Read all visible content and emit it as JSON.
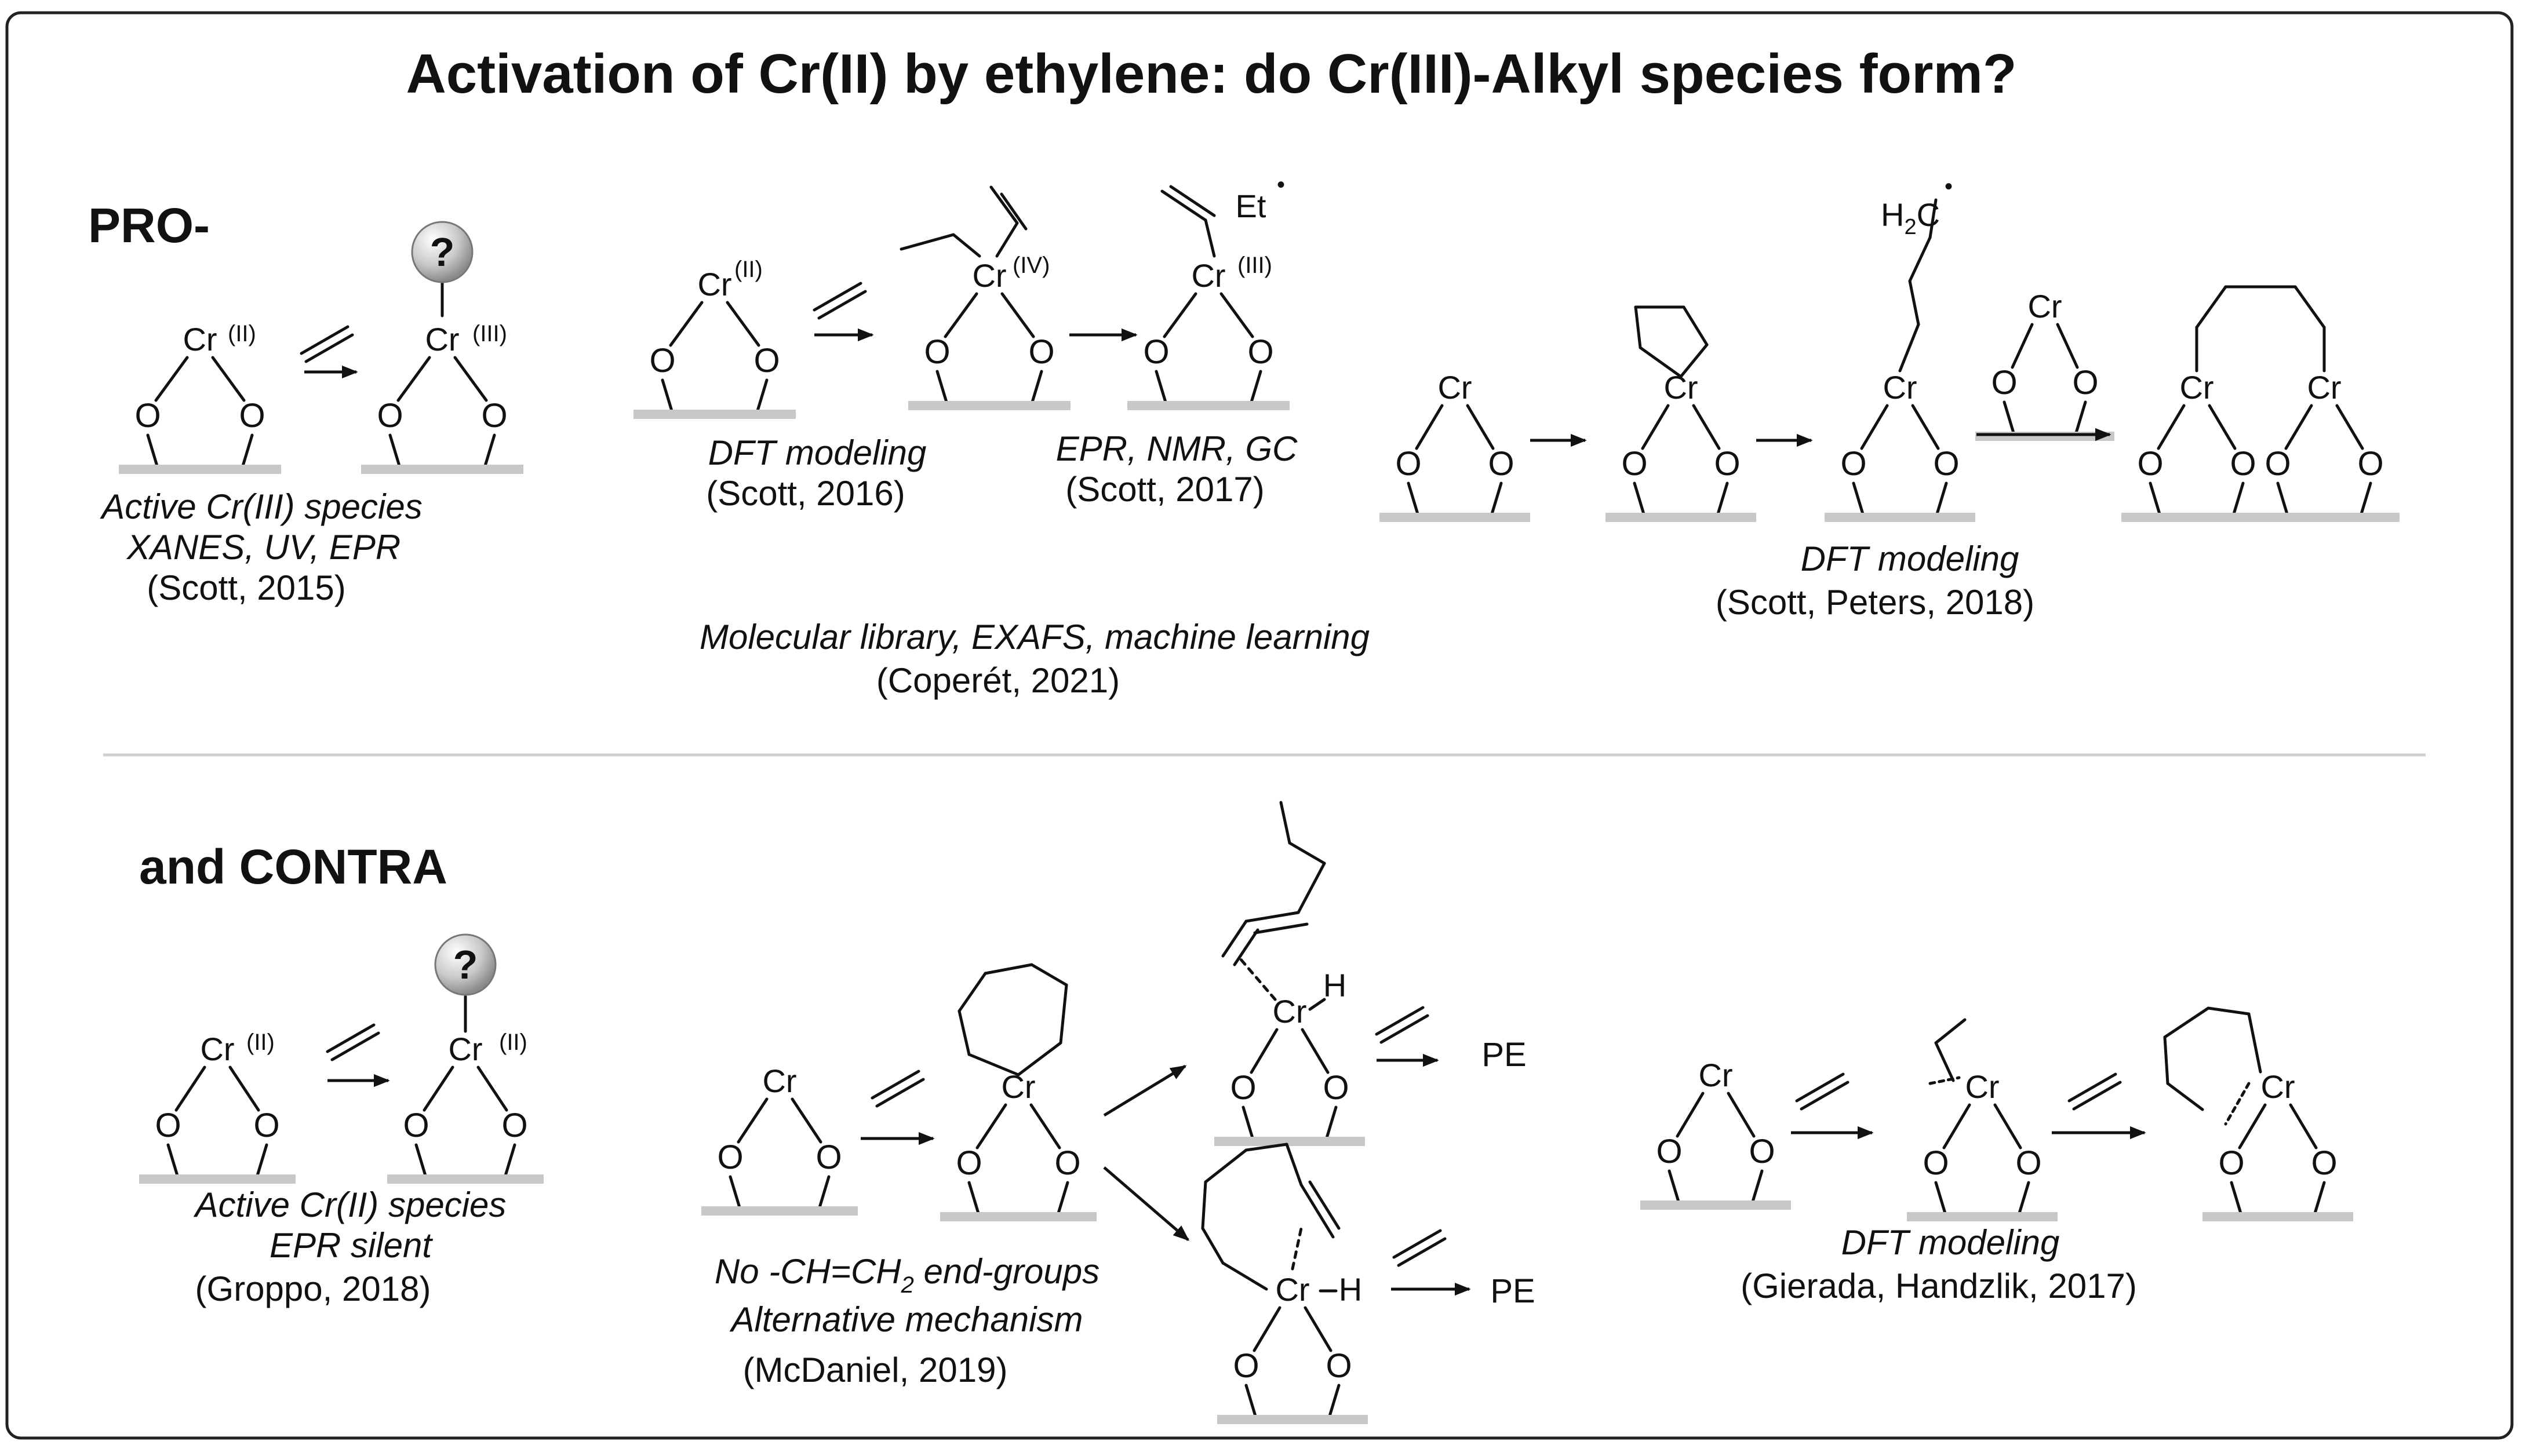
{
  "title": "Activation of Cr(II) by ethylene: do Cr(III)-Alkyl species form?",
  "pro": {
    "label": "PRO-",
    "captions": {
      "c1_l1": "Active Cr(III) species",
      "c1_l2": "XANES, UV, EPR",
      "c1_l3": "(Scott, 2015)",
      "c2_l1": "DFT modeling",
      "c2_l2": "(Scott, 2016)",
      "c3_l1": "EPR, NMR, GC",
      "c3_l2": "(Scott, 2017)",
      "c4_l1": "Molecular library, EXAFS, machine learning",
      "c4_l2": "(Coperét, 2021)",
      "c5_l1": "DFT modeling",
      "c5_l2": "(Scott, Peters, 2018)"
    }
  },
  "contra": {
    "label": "and CONTRA",
    "captions": {
      "c1_l1": "Active Cr(II) species",
      "c1_l2": "EPR silent",
      "c1_l3": "(Groppo, 2018)",
      "c2_l1": "No -CH=CH",
      "c2_sub": "2",
      "c2_l1b": " end-groups",
      "c2_l2": "Alternative mechanism",
      "c2_l3": "(McDaniel, 2019)",
      "c3_l1": "DFT modeling",
      "c3_l2": "(Gierada, Handzlik, 2017)"
    }
  },
  "atoms": {
    "cr": "Cr",
    "o": "O",
    "h": "H",
    "et": "Et",
    "h2c_h": "H",
    "h2c_2": "2",
    "h2c_c": "C",
    "radical": "•",
    "ii": "(II)",
    "iii": "(III)",
    "iv": "(IV)",
    "question": "?",
    "pe": "PE"
  },
  "colors": {
    "support_bar": "#c8c8c8",
    "frame": "#222222",
    "divider": "#cfcfcf",
    "question_ball": "#bdbdbd"
  }
}
